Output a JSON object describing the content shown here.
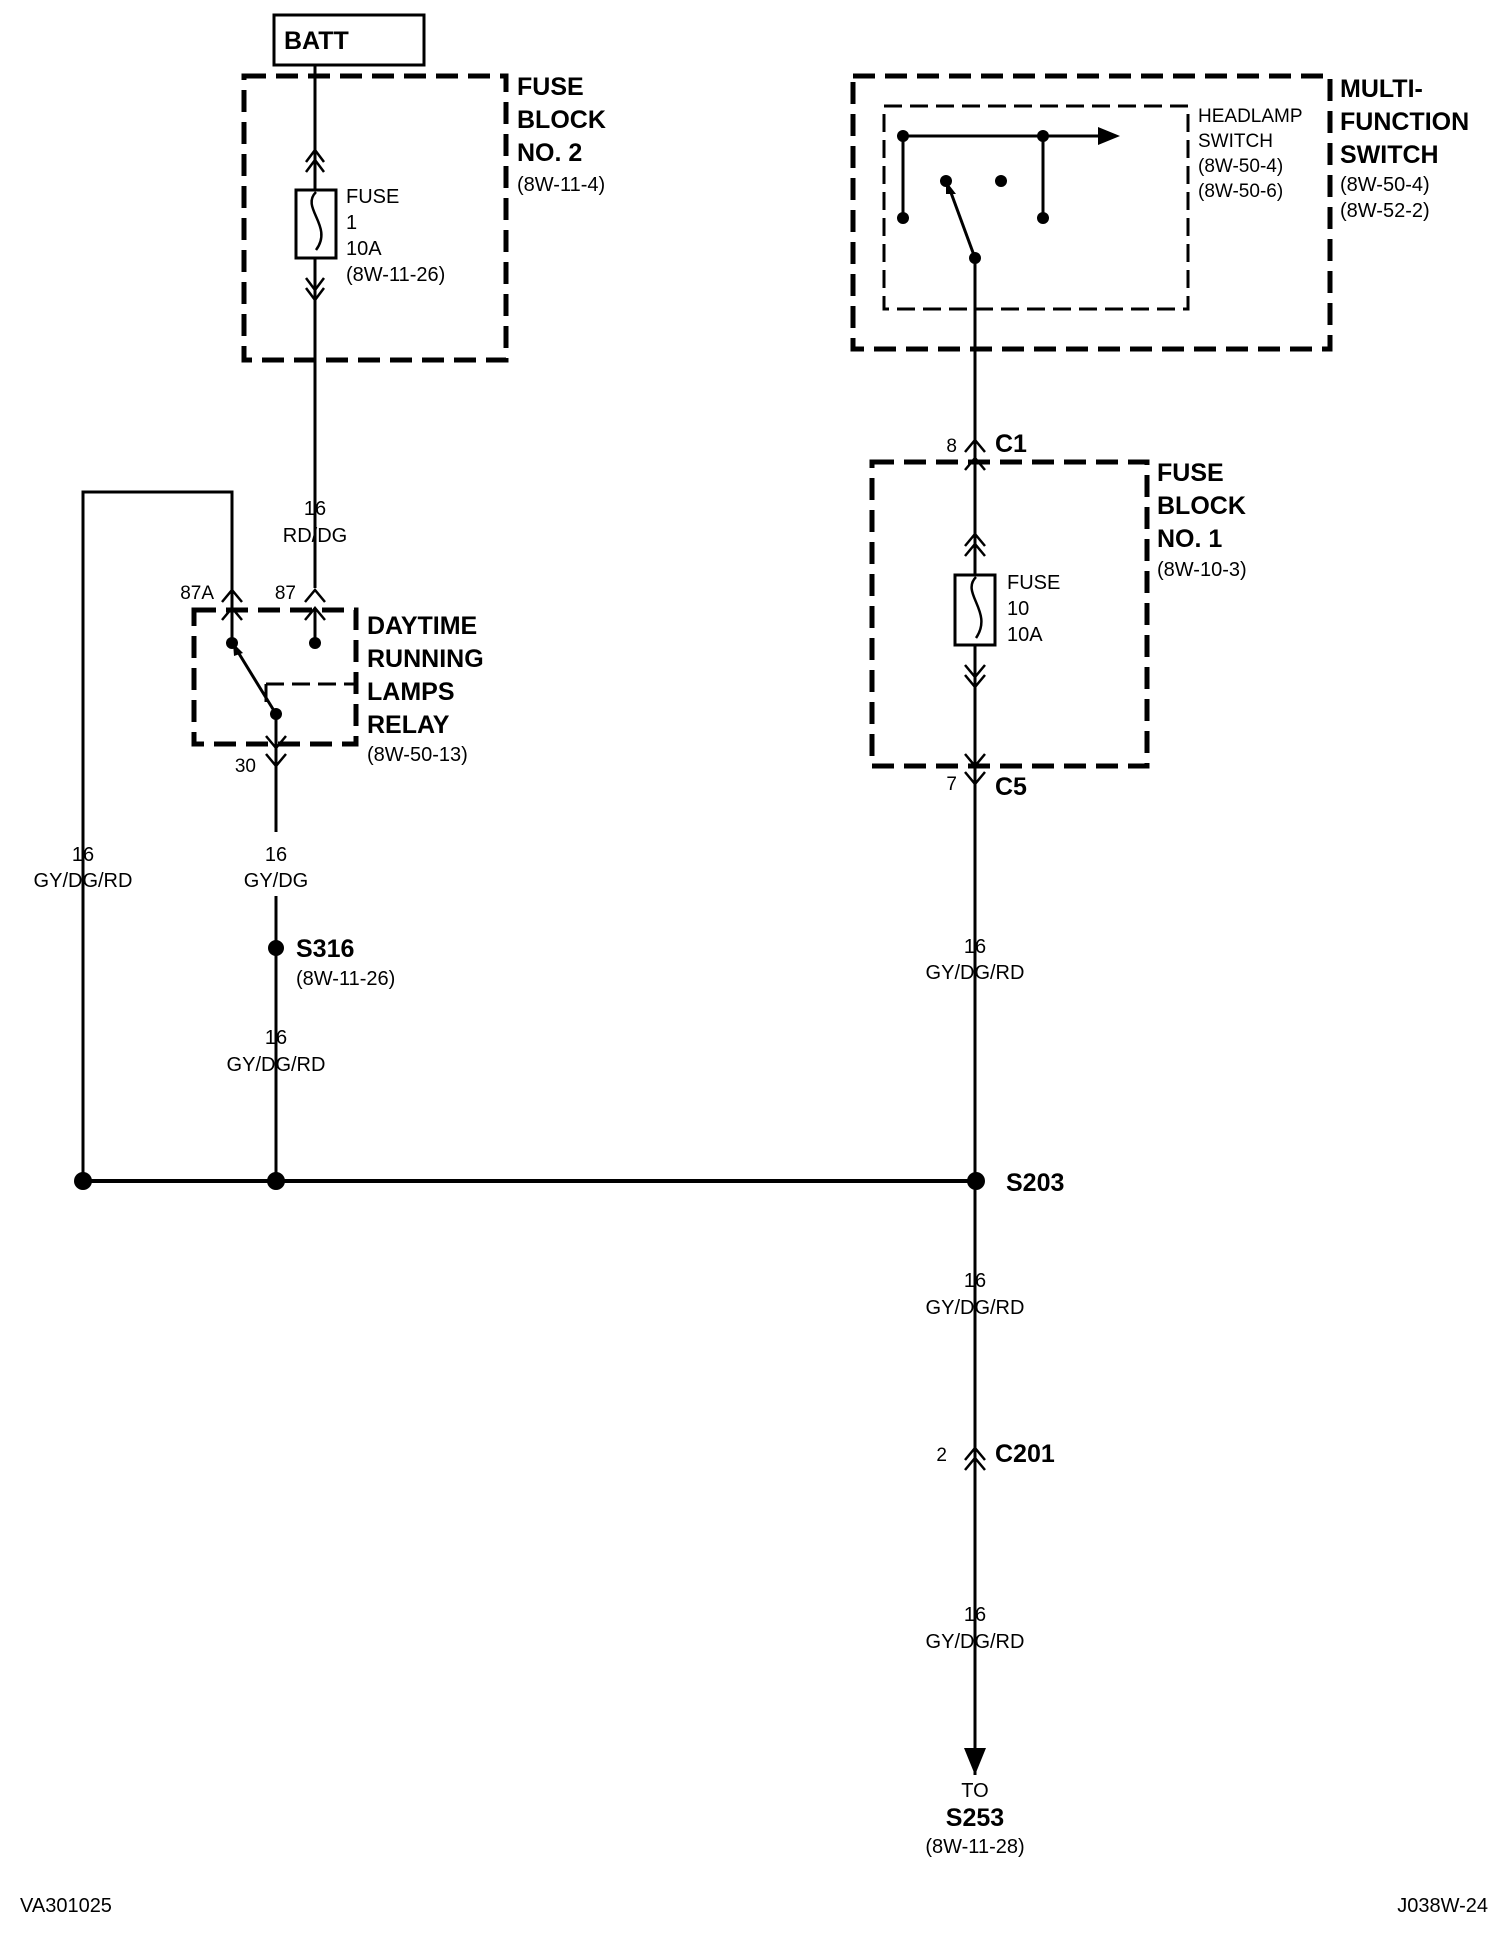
{
  "batt": "BATT",
  "fuse_block_2": {
    "name_1": "FUSE",
    "name_2": "BLOCK",
    "name_3": "NO. 2",
    "ref": "(8W-11-4)"
  },
  "fuse_1": {
    "label": "FUSE",
    "number": "1",
    "rating": "10A",
    "ref": "(8W-11-26)"
  },
  "wire_batt_relay": {
    "gauge": "16",
    "color": "RD/DG"
  },
  "relay": {
    "pin_87a": "87A",
    "pin_87": "87",
    "pin_30": "30",
    "name_1": "DAYTIME",
    "name_2": "RUNNING",
    "name_3": "LAMPS",
    "name_4": "RELAY",
    "ref": "(8W-50-13)"
  },
  "wire_left": {
    "gauge": "16",
    "color": "GY/DG/RD"
  },
  "wire_relay_s316": {
    "gauge": "16",
    "color": "GY/DG"
  },
  "splice_s316": {
    "name": "S316",
    "ref": "(8W-11-26)"
  },
  "wire_s316_bus": {
    "gauge": "16",
    "color": "GY/DG/RD"
  },
  "mfs": {
    "name_1": "MULTI-",
    "name_2": "FUNCTION",
    "name_3": "SWITCH",
    "ref_1": "(8W-50-4)",
    "ref_2": "(8W-52-2)"
  },
  "headlamp_switch": {
    "name_1": "HEADLAMP",
    "name_2": "SWITCH",
    "ref_1": "(8W-50-4)",
    "ref_2": "(8W-50-6)"
  },
  "conn_c1": {
    "pin": "8",
    "name": "C1"
  },
  "fuse_block_1": {
    "name_1": "FUSE",
    "name_2": "BLOCK",
    "name_3": "NO. 1",
    "ref": "(8W-10-3)"
  },
  "fuse_10": {
    "label": "FUSE",
    "number": "10",
    "rating": "10A"
  },
  "conn_c5": {
    "pin": "7",
    "name": "C5"
  },
  "wire_c5_s203": {
    "gauge": "16",
    "color": "GY/DG/RD"
  },
  "splice_s203": {
    "name": "S203"
  },
  "wire_s203_c201": {
    "gauge": "16",
    "color": "GY/DG/RD"
  },
  "conn_c201": {
    "pin": "2",
    "name": "C201"
  },
  "wire_c201_out": {
    "gauge": "16",
    "color": "GY/DG/RD"
  },
  "destination": {
    "to": "TO",
    "name": "S253",
    "ref": "(8W-11-28)"
  },
  "footer": {
    "left_code": "VA301025",
    "right_code": "J038W-24"
  }
}
